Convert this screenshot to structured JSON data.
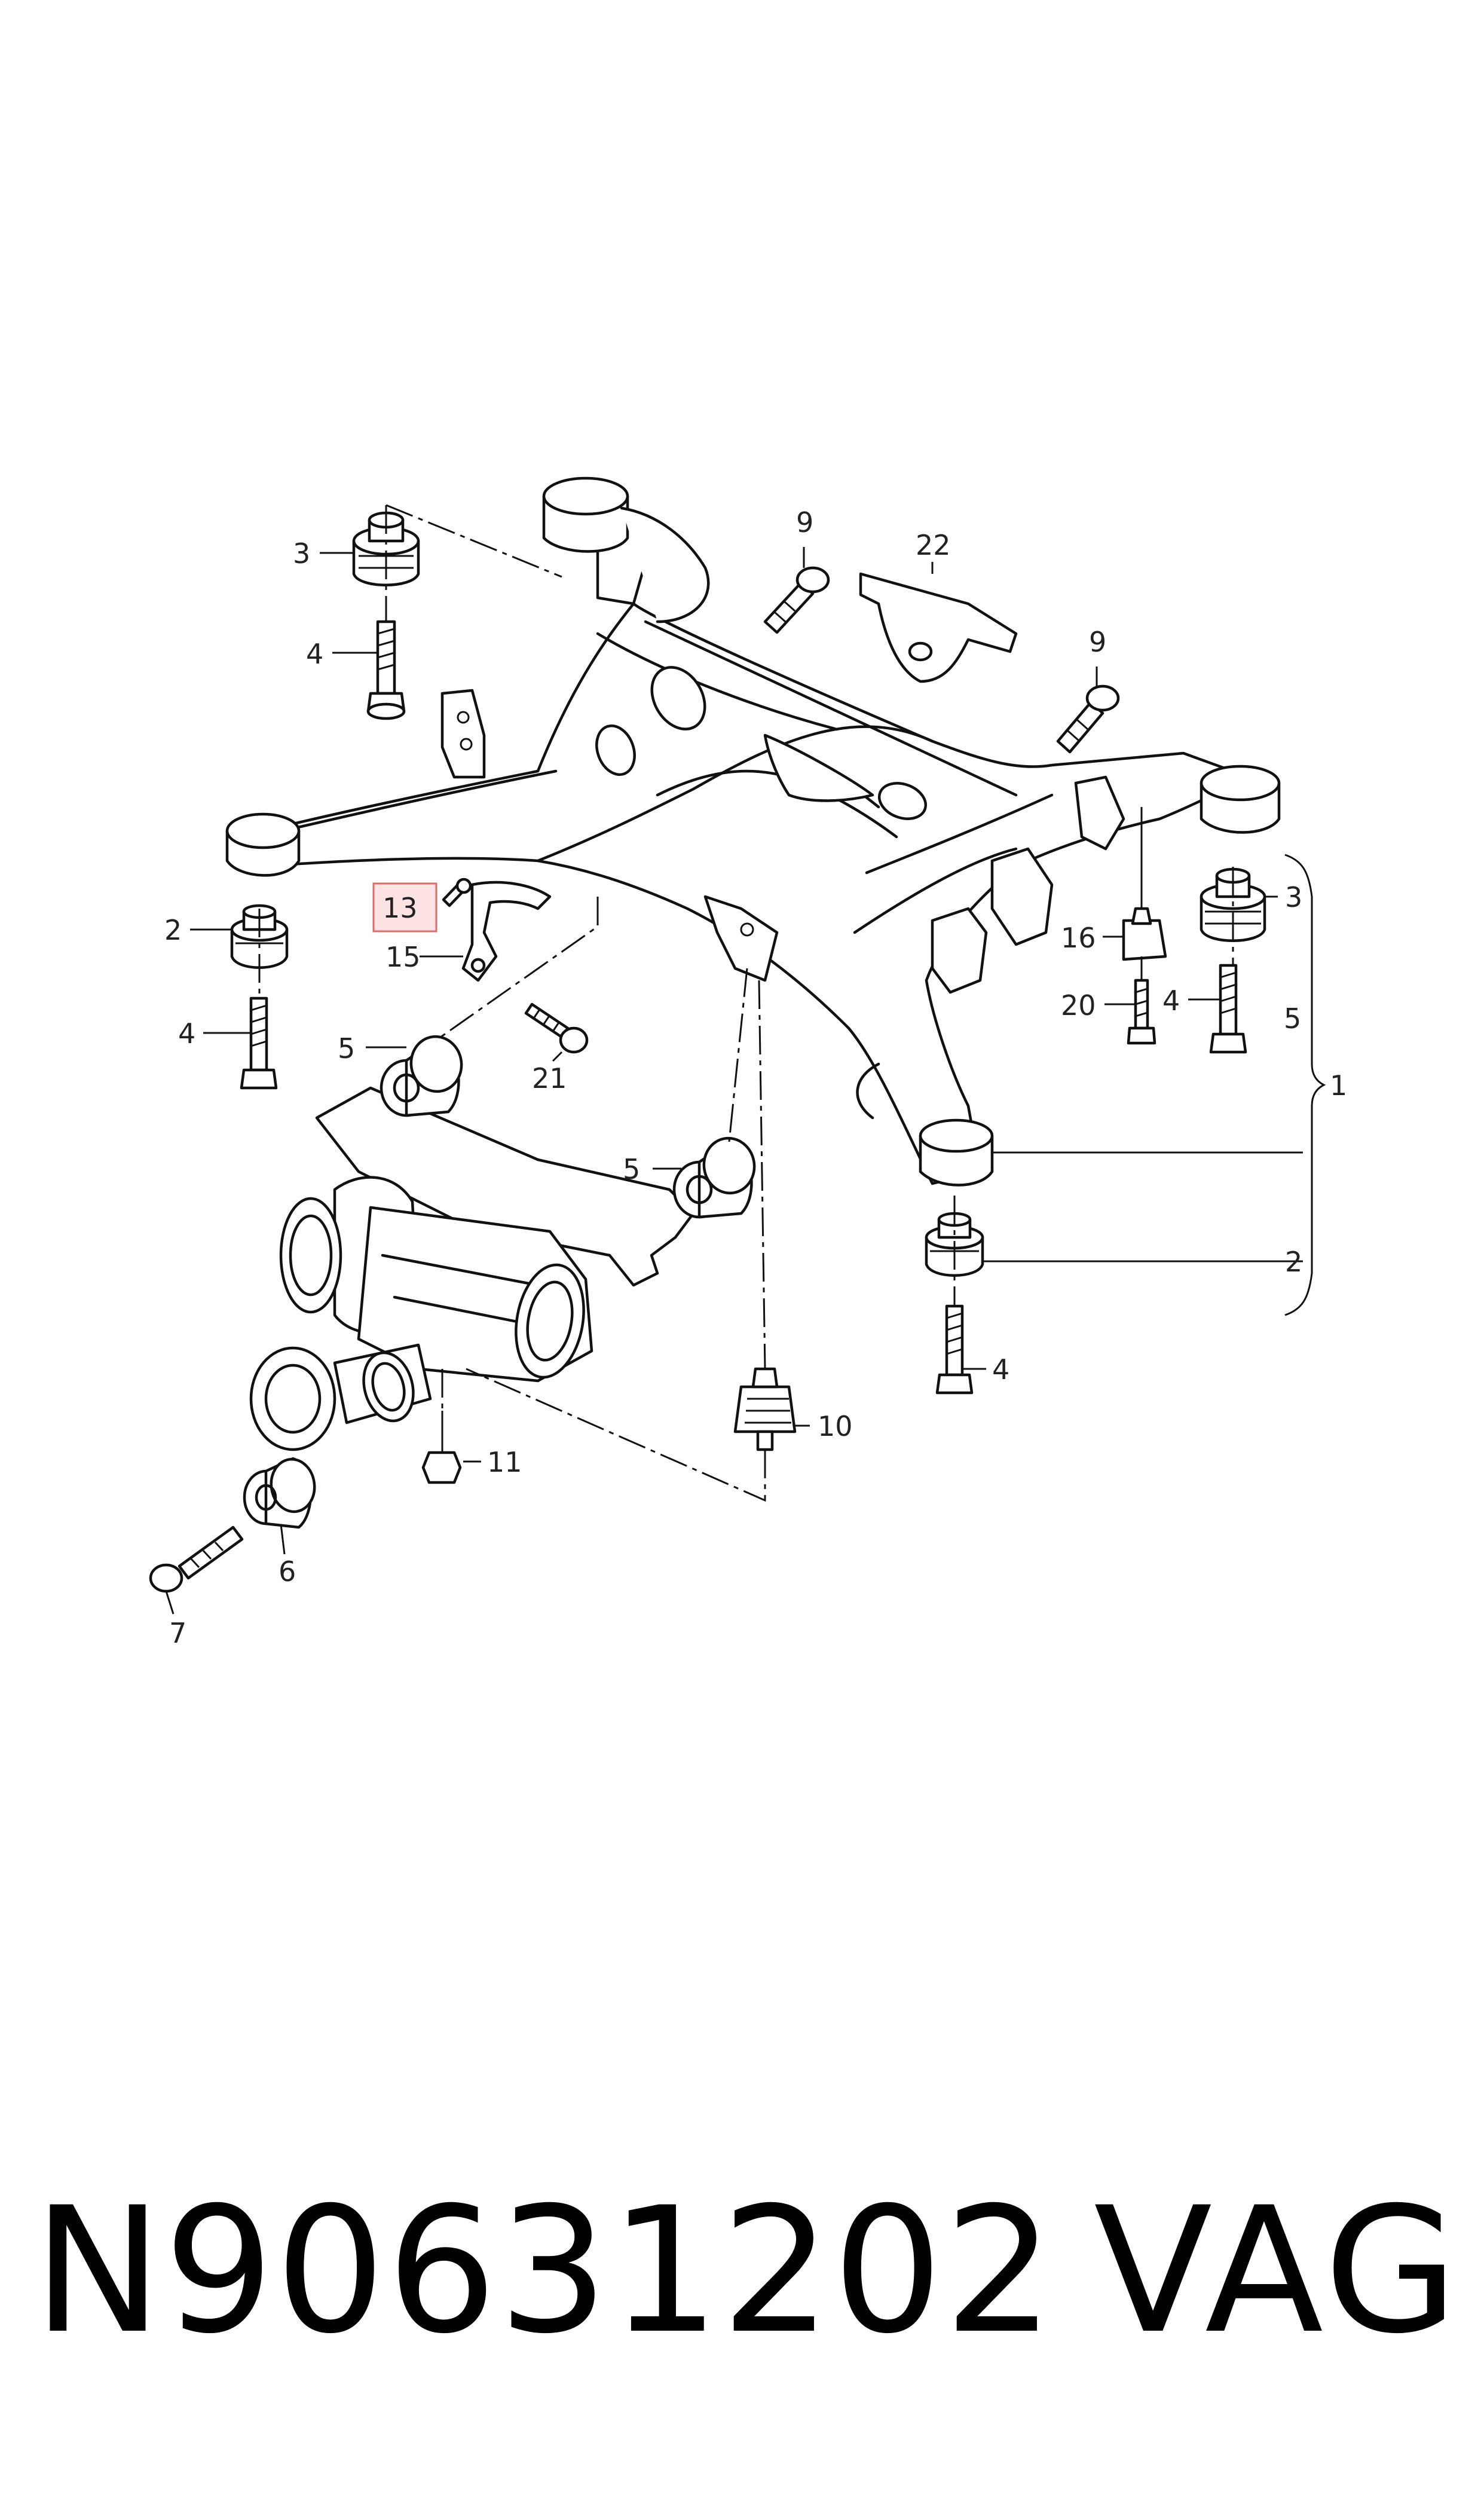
{
  "diagram": {
    "highlighted_callout": "13",
    "callouts": [
      {
        "id": "c1",
        "text": "1"
      },
      {
        "id": "c2a",
        "text": "2"
      },
      {
        "id": "c2b",
        "text": "2"
      },
      {
        "id": "c3a",
        "text": "3"
      },
      {
        "id": "c3b",
        "text": "3"
      },
      {
        "id": "c4a",
        "text": "4"
      },
      {
        "id": "c4b",
        "text": "4"
      },
      {
        "id": "c4c",
        "text": "4"
      },
      {
        "id": "c4d",
        "text": "4"
      },
      {
        "id": "c5a",
        "text": "5"
      },
      {
        "id": "c5b",
        "text": "5"
      },
      {
        "id": "c5c",
        "text": "5"
      },
      {
        "id": "c6",
        "text": "6"
      },
      {
        "id": "c7",
        "text": "7"
      },
      {
        "id": "c9a",
        "text": "9"
      },
      {
        "id": "c9b",
        "text": "9"
      },
      {
        "id": "c10",
        "text": "10"
      },
      {
        "id": "c11",
        "text": "11"
      },
      {
        "id": "c13",
        "text": "13"
      },
      {
        "id": "c15",
        "text": "15"
      },
      {
        "id": "c16",
        "text": "16"
      },
      {
        "id": "c20",
        "text": "20"
      },
      {
        "id": "c21",
        "text": "21"
      },
      {
        "id": "c22",
        "text": "22"
      }
    ]
  },
  "footer": {
    "part_number": "N90631202",
    "brand": "VAG"
  }
}
